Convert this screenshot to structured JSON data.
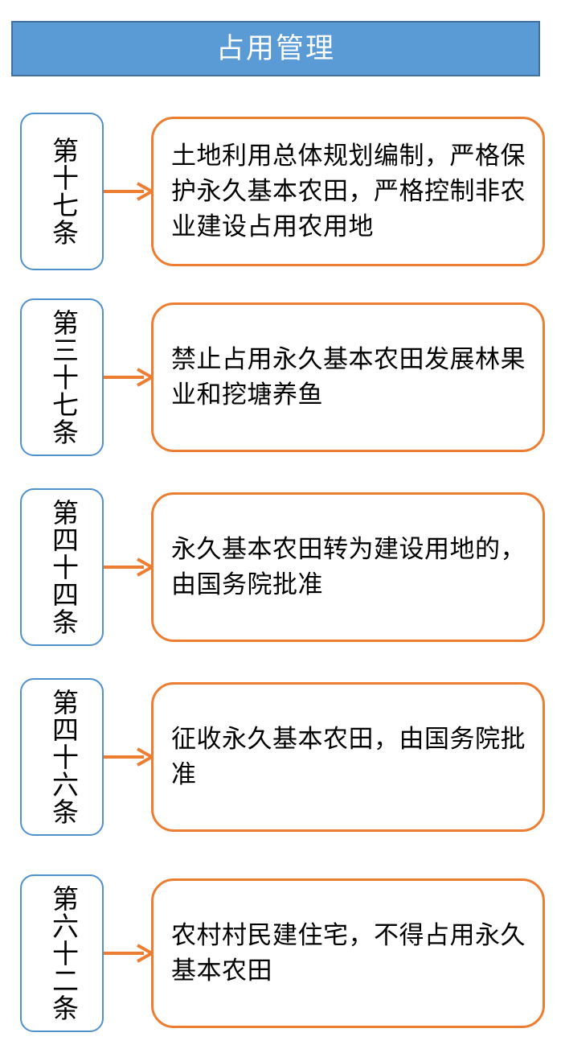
{
  "header": {
    "title": "占用管理",
    "background_color": "#5B9BD5",
    "border_color": "#41719C",
    "text_color": "#FFFFFF"
  },
  "theme": {
    "article_box_border": "#4E91CD",
    "content_box_border": "#ED7D31",
    "arrow_color": "#ED7D31",
    "page_background": "#FFFFFF",
    "text_color": "#000000"
  },
  "rows": [
    {
      "article": "第十七条",
      "content": "土地利用总体规划编制，严格保护永久基本农田，严格控制非农业建设占用农用地",
      "arrow": "arrow-right-icon"
    },
    {
      "article": "第三十七条",
      "content": "禁止占用永久基本农田发展林果业和挖塘养鱼",
      "arrow": "arrow-right-icon"
    },
    {
      "article": "第四十四条",
      "content": "永久基本农田转为建设用地的，由国务院批准",
      "arrow": "arrow-right-icon"
    },
    {
      "article": "第四十六条",
      "content": "征收永久基本农田，由国务院批准",
      "arrow": "arrow-right-icon"
    },
    {
      "article": "第六十二条",
      "content": "农村村民建住宅，不得占用永久基本农田",
      "arrow": "arrow-right-icon"
    }
  ]
}
